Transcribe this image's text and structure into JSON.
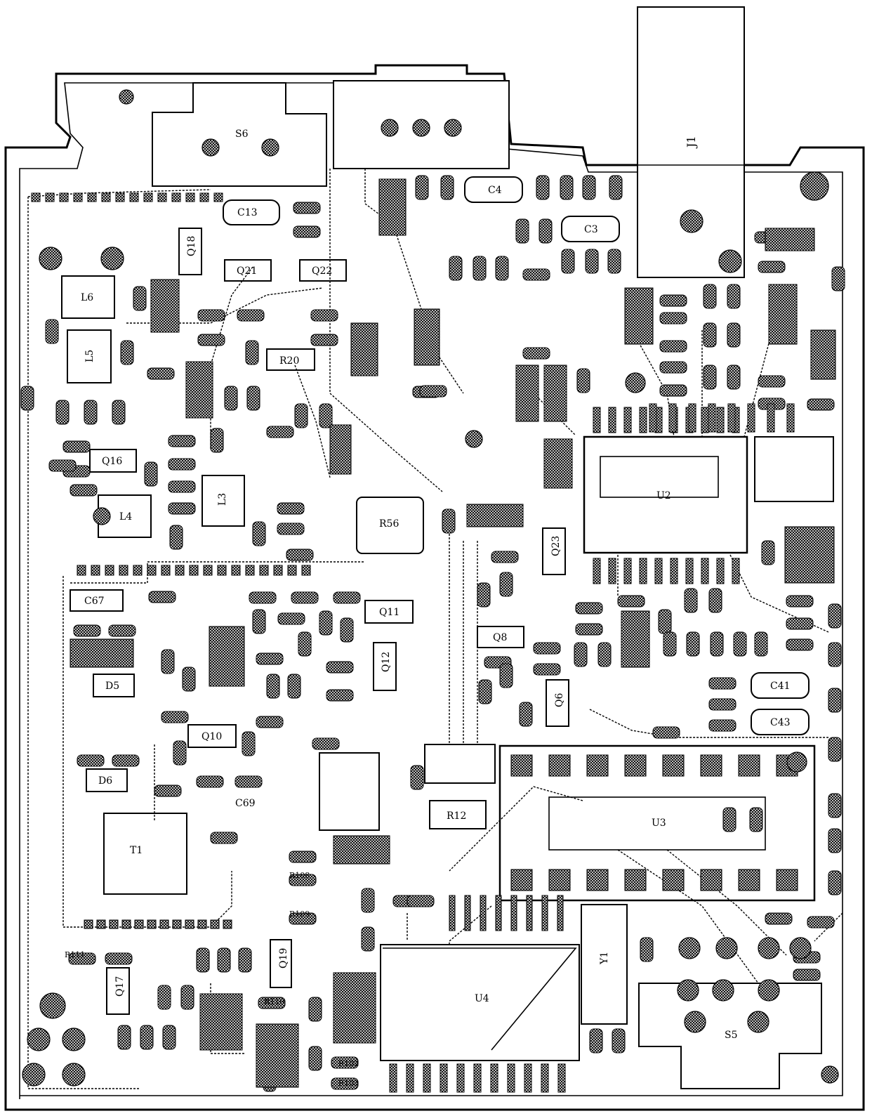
{
  "labels": {
    "J1": "J1",
    "S6": "S6",
    "S5": "S5",
    "U2": "U2",
    "U3": "U3",
    "U4": "U4",
    "Q6": "Q6",
    "Q8": "Q8",
    "Q11": "Q11",
    "Q12": "Q12",
    "Q16": "Q16",
    "Q17": "Q17",
    "Q18": "Q18",
    "Q19": "Q19",
    "Q21": "Q21",
    "Q22": "Q22",
    "Q23": "Q23",
    "Q10": "Q10",
    "L4": "L4",
    "L5": "L5",
    "L6": "L6",
    "L3": "L3",
    "D5": "D5",
    "D6": "D6",
    "C4": "C4",
    "C3": "C3",
    "C13": "C13",
    "C41": "C41",
    "C43": "C43",
    "C67": "C67",
    "C69": "C69",
    "T1": "T1",
    "Y1": "Y1",
    "R12": "R12",
    "R20": "R20",
    "R56": "R56",
    "R102": "R102",
    "R103": "R103",
    "R109": "R109",
    "R110": "R110",
    "R111": "R111",
    "R108": "R108"
  },
  "colors": {
    "ink": "#000000",
    "paper": "#ffffff"
  }
}
